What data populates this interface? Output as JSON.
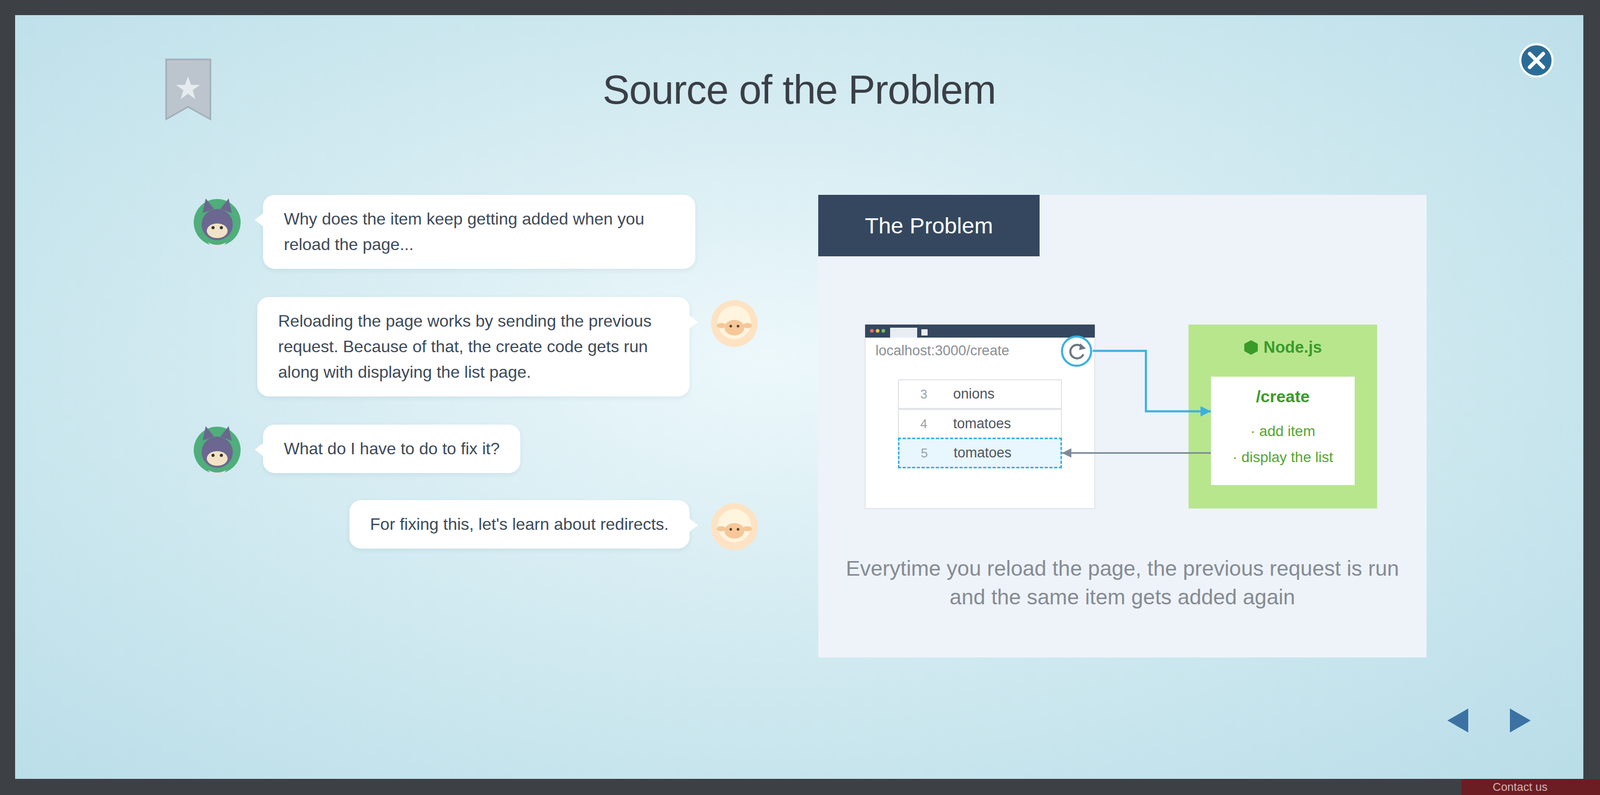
{
  "diagram": {
    "title": "Source of the Problem",
    "nodes": [
      {
        "text": [
          "Why does the item keep getting added when you reload the page..."
        ]
      },
      {
        "text": [
          "Reloading the page works by sending the previous request. Because of that, the create code gets run along with displaying the list page."
        ]
      },
      {
        "text": [
          "What do I have to do to fix it?"
        ]
      },
      {
        "text": [
          "For fixing this, let's learn about redirects."
        ]
      },
      {
        "text": [
          "Everytime you reload the page, the previous request is run and the same item gets added again"
        ]
      },
      {
        "text": [
          "The Problem"
        ],
        "in": 4
      },
      {
        "text": [
          "localhost:3000/create"
        ],
        "in": 4
      },
      {
        "text": [
          "3",
          "onions"
        ],
        "in": 4
      },
      {
        "text": [
          "4",
          "tomatoes"
        ],
        "in": 4
      },
      {
        "text": [
          "5",
          "tomatoes"
        ],
        "in": 4
      },
      {
        "text": [
          "Node.js"
        ],
        "in": 4
      },
      {
        "text": [
          "/create",
          "· add item",
          "· display the list"
        ],
        "in": 10
      }
    ],
    "edges": [
      {
        "from": 6,
        "to": 11,
        "arrow": "to"
      },
      {
        "from": 11,
        "to": 9,
        "arrow": "to"
      }
    ],
    "labels": [
      "Contact us"
    ]
  }
}
